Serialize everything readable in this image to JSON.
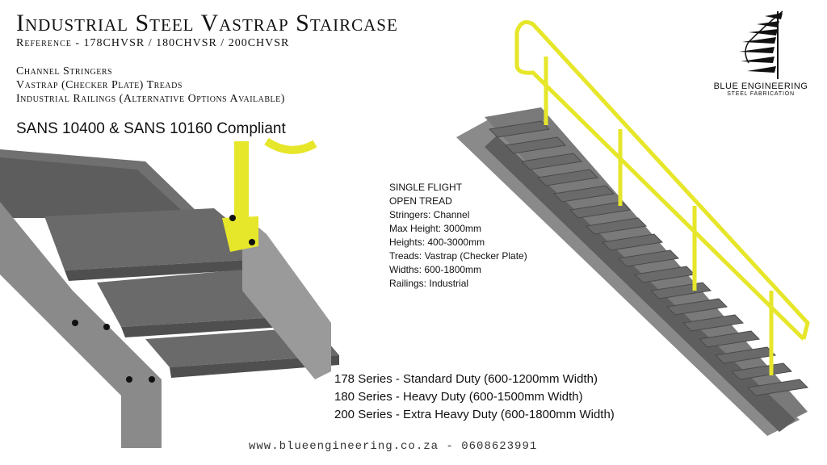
{
  "title": "Industrial Steel Vastrap Staircase",
  "reference": "Reference - 178CHVSR / 180CHVSR / 200CHVSR",
  "features": [
    "Channel Stringers",
    "Vastrap (Checker Plate) Treads",
    "Industrial Railings (Alternative Options Available)"
  ],
  "compliance": "SANS 10400 & SANS 10160 Compliant",
  "specs": [
    "SINGLE FLIGHT",
    "OPEN TREAD",
    "Stringers: Channel",
    "Max Height: 3000mm",
    "Heights: 400-3000mm",
    "Treads: Vastrap (Checker Plate)",
    "Widths: 600-1800mm",
    "Railings: Industrial"
  ],
  "series": [
    "178 Series - Standard Duty (600-1200mm Width)",
    "180 Series - Heavy Duty (600-1500mm Width)",
    "200 Series - Extra Heavy Duty (600-1800mm Width)"
  ],
  "logo": {
    "name": "BLUE ENGINEERING",
    "tagline": "STEEL FABRICATION"
  },
  "footer": "www.blueengineering.co.za - 0608623991",
  "colors": {
    "steel": "#8a8a8a",
    "tread": "#6e6e6e",
    "railing": "#e6e62a"
  }
}
